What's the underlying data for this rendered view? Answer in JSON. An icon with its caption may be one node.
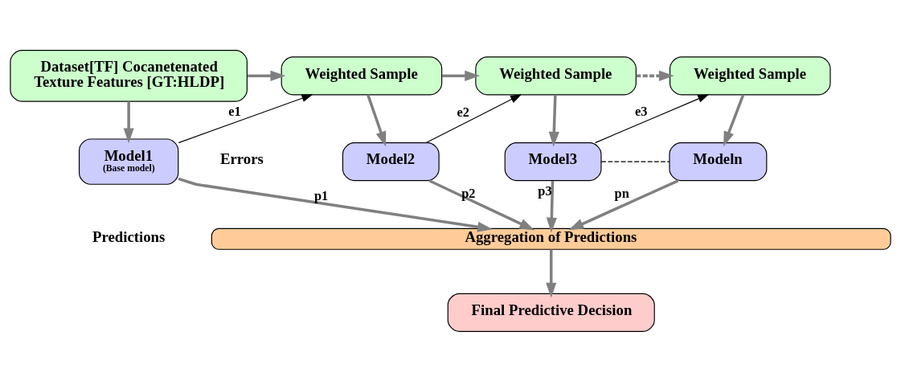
{
  "diagram": {
    "nodes": [
      {
        "text": [
          "Dataset[TF] Cocanetenated Texture Features [GT:HLDP]"
        ]
      },
      {
        "text": [
          "Weighted Sample"
        ]
      },
      {
        "text": [
          "Weighted Sample"
        ]
      },
      {
        "text": [
          "Weighted Sample"
        ]
      },
      {
        "text": [
          "Model1",
          "(Base model)"
        ]
      },
      {
        "text": [
          "Model2"
        ]
      },
      {
        "text": [
          "Model3"
        ]
      },
      {
        "text": [
          "Modeln"
        ]
      },
      {
        "text": [
          "Aggregation of Predictions"
        ]
      },
      {
        "text": [
          "Final Predictive Decision"
        ]
      }
    ],
    "edges": [
      {
        "from": 0,
        "to": 1,
        "arrow": "to"
      },
      {
        "from": 1,
        "to": 2,
        "arrow": "to"
      },
      {
        "from": 2,
        "to": 3,
        "arrow": "to",
        "style": "dashed"
      },
      {
        "from": 0,
        "to": 4,
        "arrow": "to"
      },
      {
        "from": 1,
        "to": 5,
        "arrow": "to"
      },
      {
        "from": 2,
        "to": 6,
        "arrow": "to"
      },
      {
        "from": 3,
        "to": 7,
        "arrow": "to"
      },
      {
        "from": 4,
        "to": 1,
        "arrow": "to",
        "label": "e1",
        "color": "#000000"
      },
      {
        "from": 5,
        "to": 2,
        "arrow": "to",
        "label": "e2",
        "color": "#000000"
      },
      {
        "from": 6,
        "to": 3,
        "arrow": "to",
        "label": "e3",
        "color": "#000000"
      },
      {
        "from": 6,
        "to": 7,
        "arrow": "none",
        "style": "dashed",
        "color": "#000000"
      },
      {
        "from": 4,
        "to": 8,
        "arrow": "to",
        "label": "p1"
      },
      {
        "from": 5,
        "to": 8,
        "arrow": "to",
        "label": "p2"
      },
      {
        "from": 6,
        "to": 8,
        "arrow": "to",
        "label": "p3"
      },
      {
        "from": 7,
        "to": 8,
        "arrow": "to",
        "label": "pn"
      },
      {
        "from": 8,
        "to": 9,
        "arrow": "to"
      }
    ],
    "labels": [
      "Errors",
      "Predictions"
    ]
  }
}
